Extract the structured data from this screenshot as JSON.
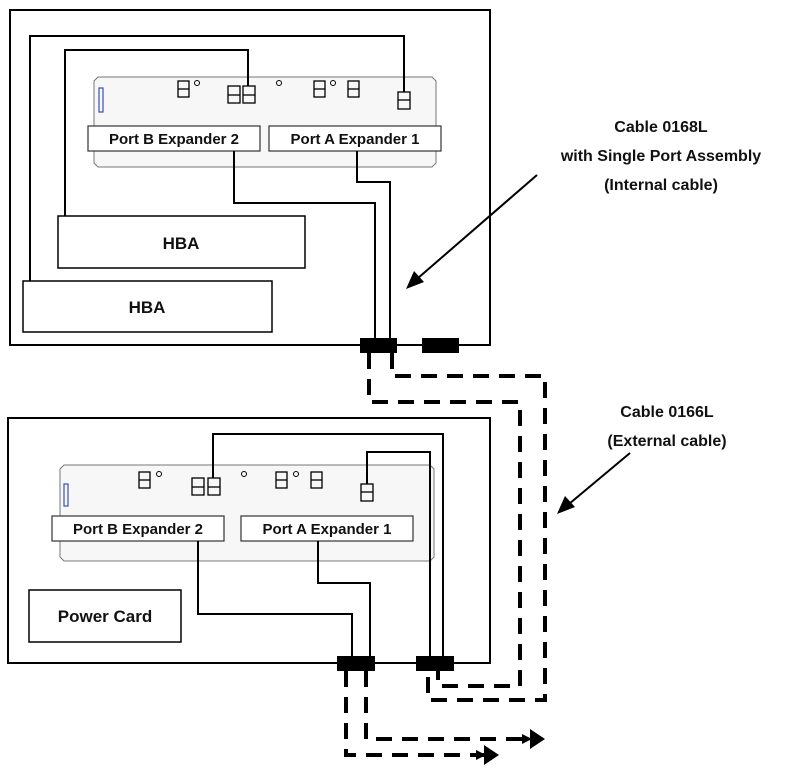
{
  "top_chassis": {
    "backplane": {
      "port_b_label": "Port B Expander 2",
      "port_a_label": "Port A Expander 1"
    },
    "hba_1_label": "HBA",
    "hba_2_label": "HBA"
  },
  "bottom_chassis": {
    "backplane": {
      "port_b_label": "Port B Expander 2",
      "port_a_label": "Port A Expander 1"
    },
    "power_card_label": "Power Card"
  },
  "callouts": {
    "internal": {
      "line1": "Cable 0168L",
      "line2": "with Single Port Assembly",
      "line3": "(Internal cable)"
    },
    "external": {
      "line1": "Cable 0166L",
      "line2": "(External cable)"
    }
  }
}
